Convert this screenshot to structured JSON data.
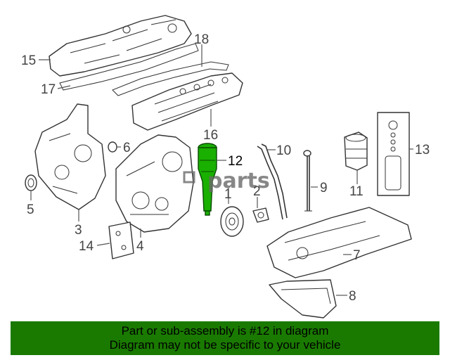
{
  "diagram": {
    "callouts": {
      "c1": "1",
      "c2": "2",
      "c3": "3",
      "c4": "4",
      "c5": "5",
      "c6": "6",
      "c7": "7",
      "c8": "8",
      "c9": "9",
      "c10": "10",
      "c11": "11",
      "c12": "12",
      "c13": "13",
      "c14": "14",
      "c15": "15",
      "c16": "16",
      "c17": "17",
      "c18": "18"
    },
    "highlighted_callout": "12",
    "highlight_color": "#19b000",
    "watermark": "parts"
  },
  "banner": {
    "line1": "Part or sub-assembly is #12 in diagram",
    "line2": "Diagram may not be specific to your vehicle",
    "background_color": "#1a7a00"
  }
}
